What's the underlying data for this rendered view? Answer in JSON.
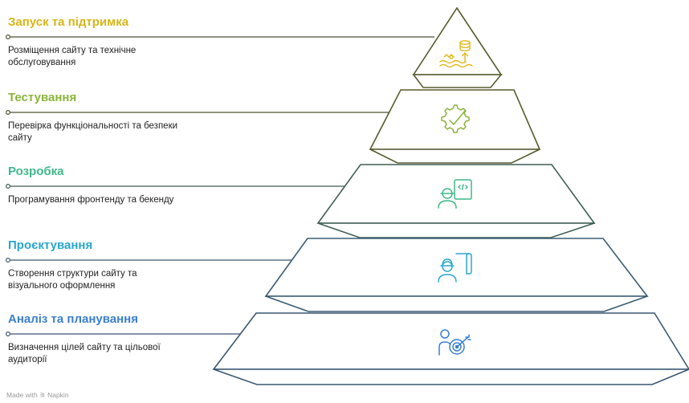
{
  "stages": [
    {
      "title": "Запуск та підтримка",
      "description": "Розміщення сайту та технічне обслуговування",
      "color": "#e0c21a",
      "icon": "server-upload-icon"
    },
    {
      "title": "Тестування",
      "description": "Перевірка функціональності та безпеки сайту",
      "color": "#8ab43a",
      "icon": "gear-check-icon"
    },
    {
      "title": "Розробка",
      "description": "Програмування фронтенду та бекенду",
      "color": "#3fb889",
      "icon": "developer-code-icon"
    },
    {
      "title": "Проєктування",
      "description": "Створення структури сайту та візуального оформлення",
      "color": "#2aa6cf",
      "icon": "engineer-blueprint-icon"
    },
    {
      "title": "Аналіз та планування",
      "description": "Визначення цілей сайту та цільової аудиторії",
      "color": "#3b7fd0",
      "icon": "person-target-icon"
    }
  ],
  "footer": "Made with ⚞ Napkin"
}
